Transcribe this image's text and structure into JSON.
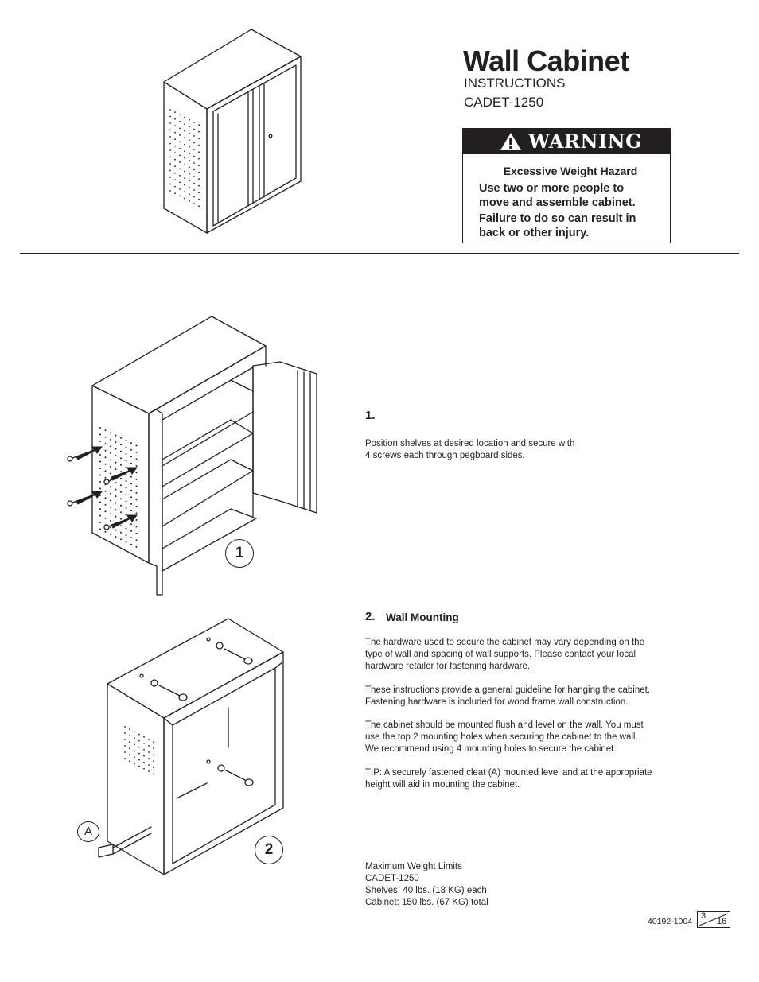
{
  "header": {
    "title": "Wall Cabinet",
    "subtitle_line1": "INSTRUCTIONS",
    "subtitle_line2": "CADET-1250"
  },
  "warning": {
    "icon": "warning-triangle-icon",
    "word": "WARNING",
    "hazard_title": "Excessive Weight Hazard",
    "lines": [
      "Use two or more people to",
      "move and assemble cabinet.",
      "Failure to do so can result in",
      "back or other injury."
    ]
  },
  "step1": {
    "number": "1.",
    "badge": "1",
    "text_lines": [
      "Position shelves at desired location and secure with",
      "4 screws each through pegboard sides."
    ]
  },
  "step2": {
    "number": "2.",
    "title": "Wall Mounting",
    "badge": "2",
    "cleat_label": "A",
    "paragraphs": [
      [
        "The hardware used to secure the cabinet may vary depending on the",
        "type of wall and spacing of wall supports.  Please contact your local",
        "hardware retailer for fastening hardware."
      ],
      [
        "These instructions provide a general guideline for hanging the cabinet.",
        "Fastening hardware is included for wood frame wall construction."
      ],
      [
        "The cabinet should be mounted flush and level on the wall.  You must",
        "use the top 2 mounting holes when securing the cabinet to the wall.",
        "We recommend using 4 mounting holes to secure the cabinet."
      ],
      [
        "TIP:  A securely fastened cleat (A) mounted level and at the appropriate",
        "height will aid in mounting the cabinet."
      ]
    ]
  },
  "weight_limits": {
    "lines": [
      "Maximum Weight Limits",
      "CADET-1250",
      "Shelves:  40 lbs. (18 KG) each",
      "Cabinet:  150 lbs. (67 KG) total"
    ]
  },
  "footer": {
    "doc_number": "40192-1004",
    "page": "3",
    "total_pages": "16"
  }
}
